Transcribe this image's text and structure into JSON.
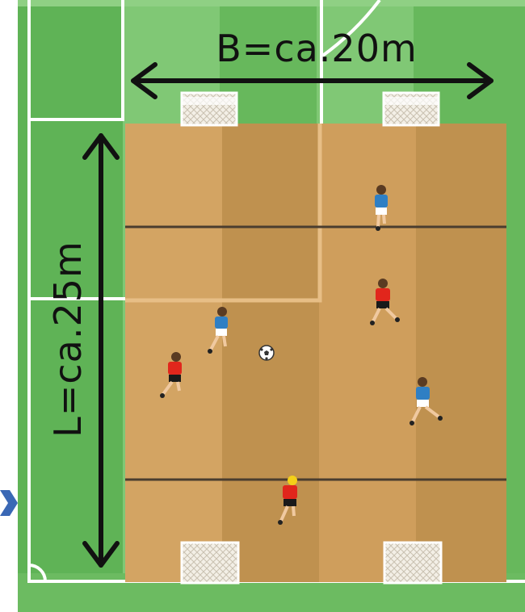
{
  "labels": {
    "width": "B=ca.20m",
    "length": "L=ca.25m"
  },
  "colors": {
    "grass_light": "#7cc46f",
    "grass_mid": "#5fb356",
    "grass_dark": "#4aa447",
    "pitch_light": "#cf9e5c",
    "pitch_dark": "#b88a4a",
    "field_line": "#ffffff",
    "arrow": "#111111",
    "team_blue": "#2f7fc4",
    "team_red": "#e1261c",
    "nav_arrow": "#3a68b5"
  },
  "players": [
    {
      "team": "blue",
      "role": "field"
    },
    {
      "team": "red",
      "role": "field"
    },
    {
      "team": "blue",
      "role": "field"
    },
    {
      "team": "red",
      "role": "field"
    },
    {
      "team": "blue",
      "role": "field"
    },
    {
      "team": "red",
      "role": "goalkeeper"
    }
  ],
  "goals": [
    "top-left",
    "top-right",
    "bottom-left",
    "bottom-right"
  ],
  "icons": {
    "nav": "chevron-right-icon",
    "ball": "soccer-ball-icon"
  }
}
